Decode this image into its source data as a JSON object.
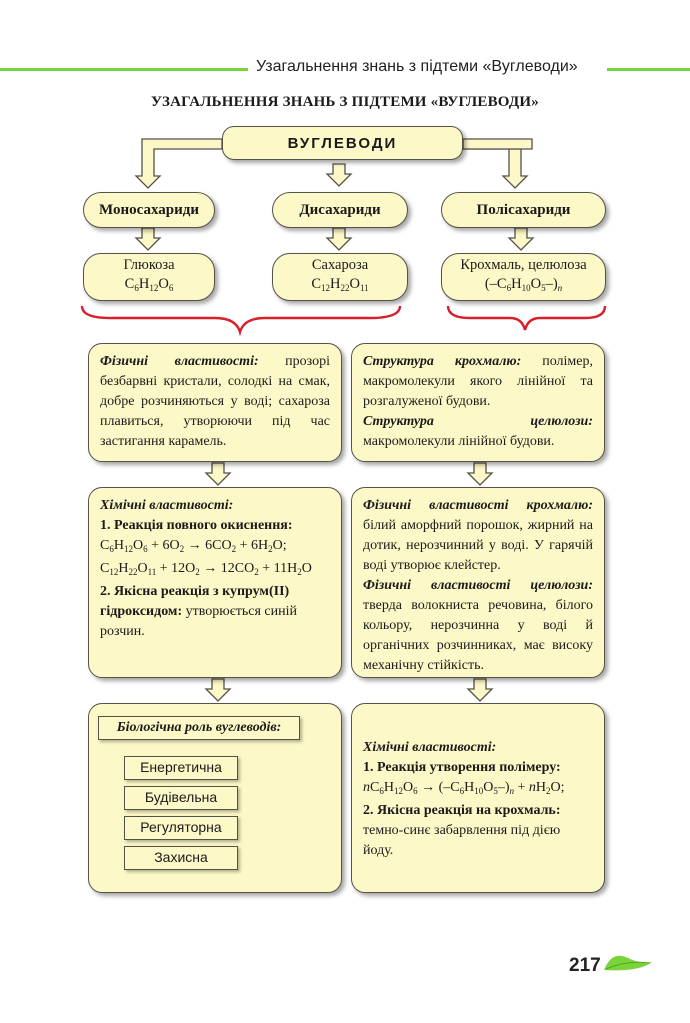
{
  "header": {
    "running_title": "Узагальнення знань з підтеми «Вуглеводи»"
  },
  "page_title": "УЗАГАЛЬНЕННЯ ЗНАНЬ З ПІДТЕМИ «ВУГЛЕВОДИ»",
  "tree": {
    "root": "ВУГЛЕВОДИ",
    "categories": [
      "Моносахариди",
      "Дисахариди",
      "Полісахариди"
    ],
    "examples": {
      "mono": {
        "name": "Глюкоза",
        "formula": "C6H12O6"
      },
      "di": {
        "name": "Сахароза",
        "formula": "C12H22O11"
      },
      "poly": {
        "name": "Крохмаль, целюлоза",
        "formula": "(–C6H10O5–)n"
      }
    }
  },
  "left": {
    "physical": {
      "label": "Фізичні властивості:",
      "text": "прозорі безбарвні кристали, солодкі на смак, добре розчиняються у воді; сахароза плавиться, утворюючи під час застигання карамель."
    },
    "chemical": {
      "label": "Хімічні властивості:",
      "r1_title": "1. Реакція повного окиснення:",
      "eq1": "C6H12O6 + 6O2 → 6CO2 + 6H2O;",
      "eq2": "C12H22O11 + 12O2 → 12CO2 + 11H2O",
      "r2_title": "2. Якісна реакція з купрум(ІІ) гідроксидом:",
      "r2_text": "утворюється синій розчин."
    },
    "biological": {
      "label": "Біологічна роль вуглеводів:",
      "items": [
        "Енергетична",
        "Будівельна",
        "Регуляторна",
        "Захисна"
      ]
    }
  },
  "right": {
    "structure": {
      "starch_label": "Структура крохмалю:",
      "starch_text": "полімер, макромолекули якого лінійної та розгалуженої будови.",
      "cellulose_label": "Структура целюлози:",
      "cellulose_text": "макромолекули лінійної будови."
    },
    "physical": {
      "starch_label": "Фізичні властивості крохмалю:",
      "starch_text": "білий аморфний порошок, жирний на дотик, нерозчинний у воді. У гарячій воді утворює клейстер.",
      "cellulose_label": "Фізичні властивості целюлози:",
      "cellulose_text": "тверда волокниста речовина, білого кольору, нерозчинна у воді й органічних розчинниках, має високу механічну стійкість."
    },
    "chemical": {
      "label": "Хімічні властивості:",
      "r1_title": "1. Реакція утворення полімеру:",
      "eq1": "nC6H12O6 → (–C6H10O5–)n + nH2O;",
      "r2_title": "2. Якісна реакція на крохмаль:",
      "r2_text": "темно-синє забарвлення під дією йоду."
    }
  },
  "page_number": "217",
  "colors": {
    "accent_green": "#7ad33a",
    "box_fill": "#fdf8c7",
    "brace_red": "#d8202a",
    "arrow_red": "#d8202a"
  }
}
